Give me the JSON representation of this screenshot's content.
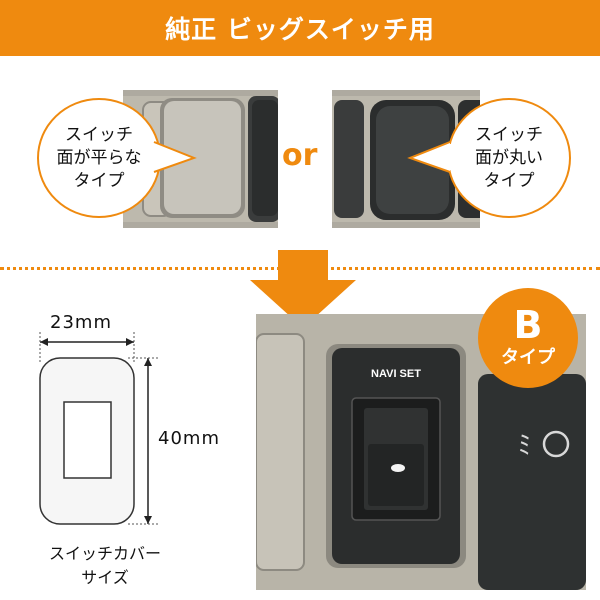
{
  "header": {
    "title": "純正 ビッグスイッチ用"
  },
  "flat_type": {
    "bubble_lines": [
      "スイッチ",
      "面が平らな",
      "タイプ"
    ]
  },
  "or_label": "or",
  "round_type": {
    "bubble_lines": [
      "スイッチ",
      "面が丸い",
      "タイプ"
    ]
  },
  "size_diagram": {
    "width_label": "23mm",
    "height_label": "40mm",
    "caption_lines": [
      "スイッチカバー",
      "サイズ"
    ]
  },
  "product_photo": {
    "switch_label": "NAVI SET",
    "type_badge": {
      "letter": "B",
      "label": "タイプ"
    }
  },
  "colors": {
    "accent": "#ef8a0f",
    "panel": "#b9b5a8",
    "switch_dark": "#2b2d2d"
  }
}
